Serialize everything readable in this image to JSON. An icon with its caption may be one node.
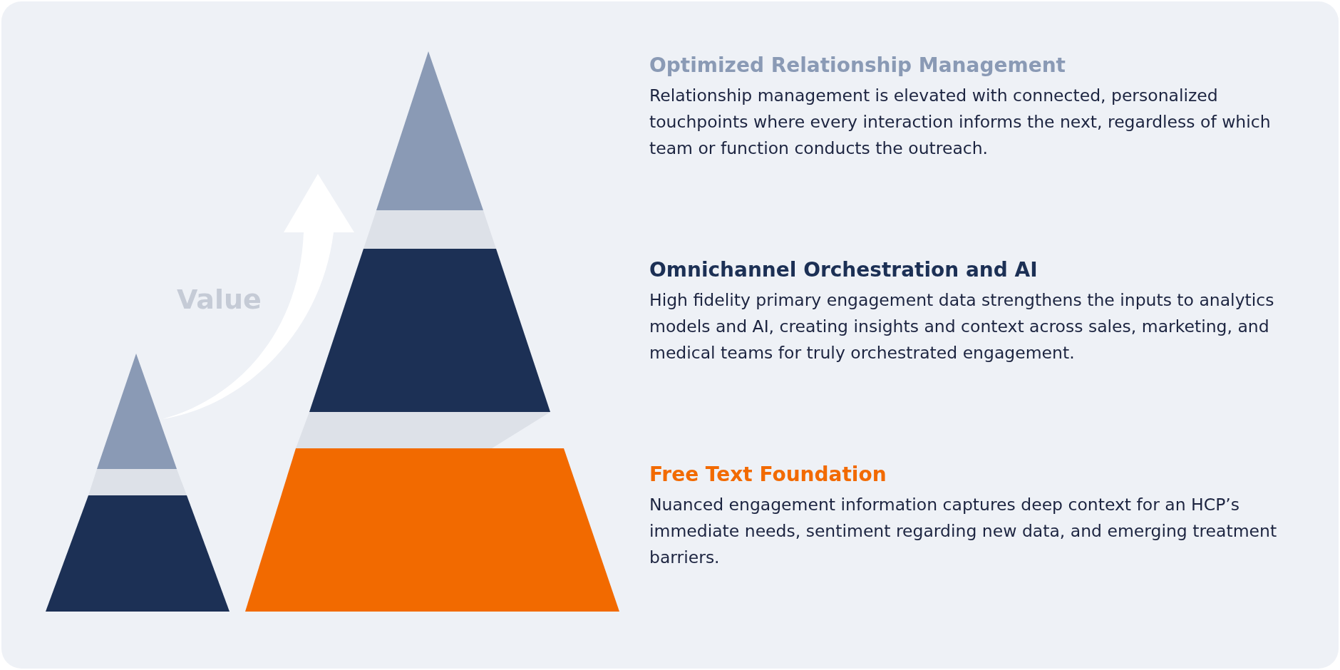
{
  "diagram": {
    "labels": [
      "Optimized Relationship Management",
      "Relationship management is elevated with connected, personalized touchpoints where every interaction informs the next, regardless of which team or function conducts the outreach.",
      "Value",
      "Omnichannel Orchestration and AI",
      "High fidelity primary engagement data strengthens the inputs to analytics models and AI, creating insights and context across sales, marketing, and medical teams for truly orchestrated engagement.",
      "Free Text Foundation",
      "Nuanced engagement information captures deep context for an HCP’s immediate needs, sentiment regarding new data, and emerging treatment barriers."
    ]
  }
}
